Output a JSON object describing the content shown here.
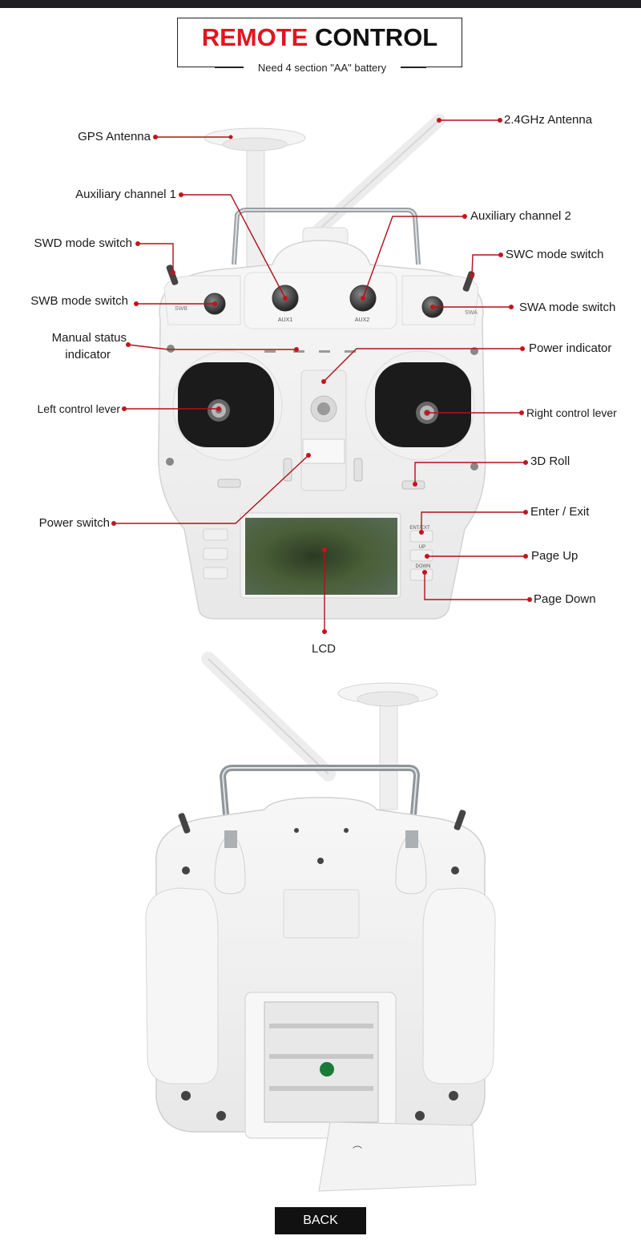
{
  "header": {
    "title_red": "REMOTE",
    "title_dark": "CONTROL",
    "subtitle": "Need 4 section \"AA\" battery"
  },
  "labels": {
    "gps_antenna": "GPS Antenna",
    "antenna_24": "2.4GHz Antenna",
    "aux1": "Auxiliary channel 1",
    "aux2": "Auxiliary channel 2",
    "swd": "SWD mode switch",
    "swc": "SWC mode switch",
    "swb": "SWB mode switch",
    "swa": "SWA mode switch",
    "manual_status_line1": "Manual status",
    "manual_status_line2": "indicator",
    "power_indicator": "Power indicator",
    "left_lever": "Left control lever",
    "right_lever": "Right control lever",
    "roll_3d": "3D Roll",
    "power_switch": "Power switch",
    "enter_exit": "Enter / Exit",
    "page_up": "Page Up",
    "page_down": "Page Down",
    "lcd": "LCD"
  },
  "device_text": {
    "aux1": "AUX1",
    "aux2": "AUX2",
    "swb": "SWB",
    "swa": "SWA",
    "enter_exit": "ENT/EXT",
    "up": "UP",
    "down": "DOWN"
  },
  "colors": {
    "accent": "#e4141e",
    "leader": "#b0121a",
    "dark": "#111111"
  },
  "footer": {
    "back_label": "BACK"
  }
}
